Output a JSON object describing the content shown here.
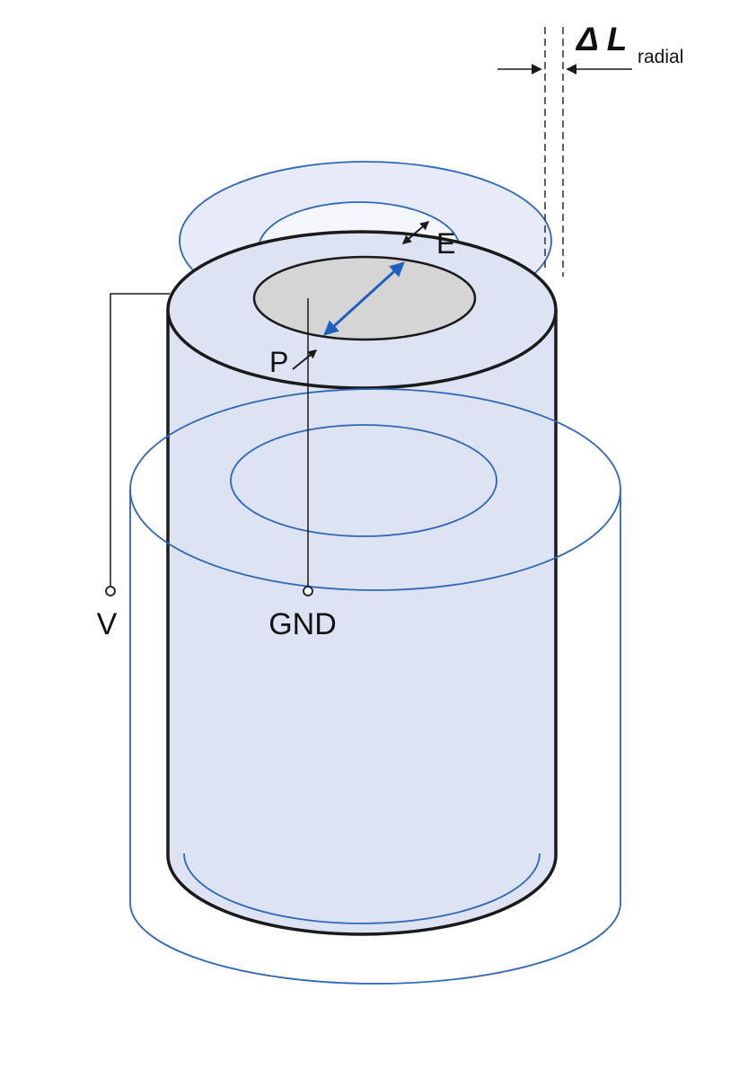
{
  "labels": {
    "delta_l": "Δ L",
    "delta_l_subscript": "radial",
    "voltage_terminal": "V",
    "ground_terminal": "GND",
    "electric_field": "E",
    "polarization": "P"
  },
  "colors": {
    "outline_black": "#1a1a1a",
    "deformed_outline_blue": "#2e66b8",
    "arrow_blue": "#1f5fbe",
    "tube_fill": "#dde3f3",
    "expanded_top_fill": "#e7ebf7",
    "expanded_top_hole_fill": "#f3f6fb",
    "inner_electrode_fill": "#d5d5d5",
    "background": "#ffffff"
  }
}
